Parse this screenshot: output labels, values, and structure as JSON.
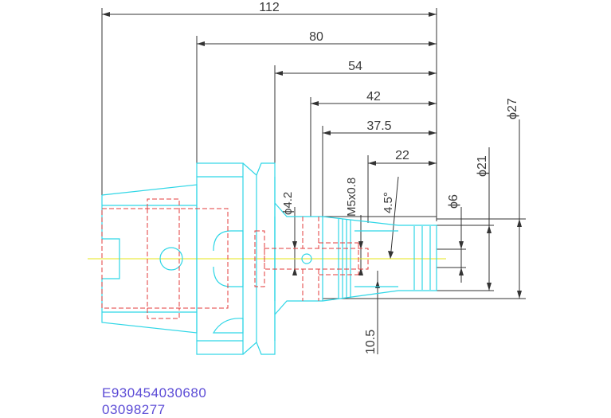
{
  "dimensions": {
    "d112": "112",
    "d80": "80",
    "d54": "54",
    "d42": "42",
    "d37_5": "37.5",
    "d22": "22",
    "phi27": "ϕ27",
    "phi21": "ϕ21",
    "phi6": "ϕ6",
    "phi4_2": "ϕ4.2",
    "m5": "M5x0.8",
    "angle": "4.5°",
    "d10_5": "10.5"
  },
  "codes": {
    "line1": "E930454030680",
    "line2": "03098277"
  },
  "colors": {
    "outline": "#2fd6e6",
    "hidden": "#e33b3b",
    "dimension": "#333333",
    "centerline": "#e6e61a",
    "code_text": "#5b4bd6"
  }
}
